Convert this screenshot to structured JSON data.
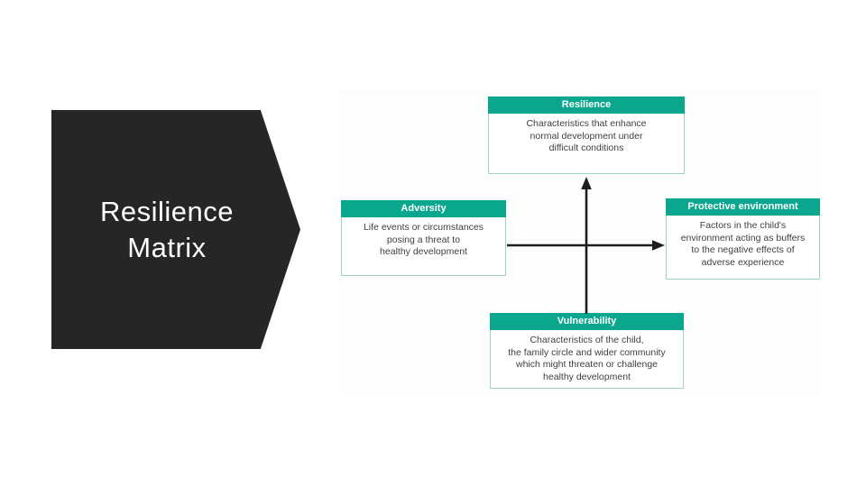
{
  "slide": {
    "title": "Resilience\nMatrix"
  },
  "diagram": {
    "boxes": {
      "resilience": {
        "title": "Resilience",
        "body": "Characteristics that enhance\nnormal development under\ndifficult conditions"
      },
      "adversity": {
        "title": "Adversity",
        "body": "Life events or circumstances\nposing a threat to\nhealthy development"
      },
      "protective": {
        "title": "Protective environment",
        "body": "Factors in the child's\nenvironment acting as buffers\nto the negative effects of\nadverse experience"
      },
      "vulnerability": {
        "title": "Vulnerability",
        "body": "Characteristics of the child,\nthe family circle and wider community\nwhich might threaten or challenge\nhealthy development"
      }
    },
    "arrows": {
      "vertical_direction": "up",
      "horizontal_direction": "right"
    }
  },
  "colors": {
    "header_teal": "#0aa78e",
    "box_border_teal": "#9fd3c8",
    "chevron_dark": "#262626",
    "arrow_black": "#1d1d1d",
    "body_text": "#3f3f3f"
  }
}
